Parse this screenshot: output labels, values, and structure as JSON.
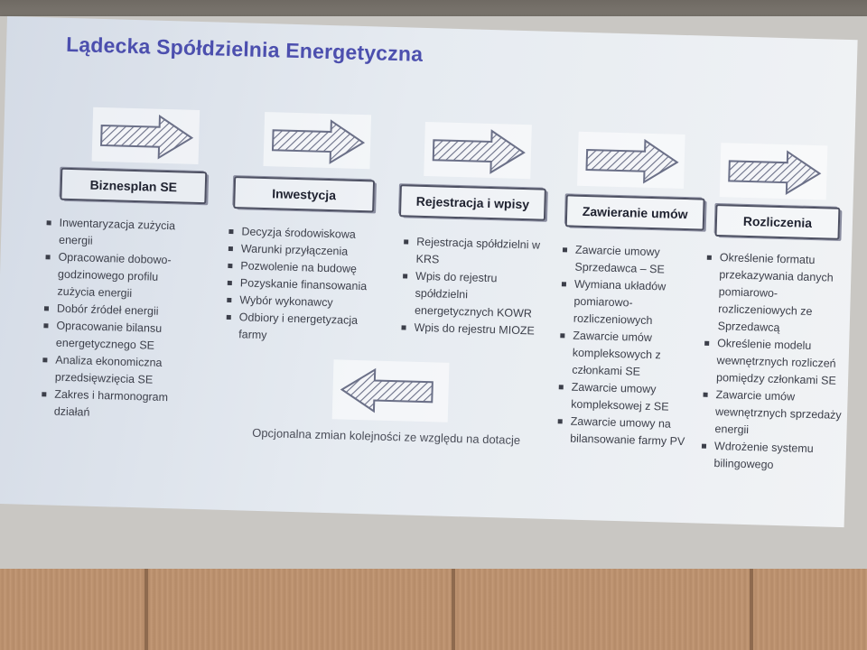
{
  "title": "Lądecka Spółdzielnia Energetyczna",
  "stages": [
    {
      "label": "Biznesplan SE",
      "items": [
        "Inwentaryzacja zużycia energii",
        "Opracowanie dobowo-godzinowego profilu zużycia energii",
        "Dobór źródeł energii",
        "Opracowanie bilansu energetycznego SE",
        "Analiza ekonomiczna przedsięwzięcia SE",
        "Zakres i harmonogram działań"
      ]
    },
    {
      "label": "Inwestycja",
      "items": [
        "Decyzja środowiskowa",
        "Warunki przyłączenia",
        "Pozwolenie na budowę",
        "Pozyskanie finansowania",
        "Wybór wykonawcy",
        "Odbiory i energetyzacja farmy"
      ]
    },
    {
      "label": "Rejestracja i wpisy",
      "items": [
        "Rejestracja spółdzielni w KRS",
        "Wpis do rejestru spółdzielni energetycznych KOWR",
        "Wpis do rejestru MIOZE"
      ]
    },
    {
      "label": "Zawieranie umów",
      "items": [
        "Zawarcie umowy Sprzedawca – SE",
        "Wymiana układów pomiarowo-rozliczeniowych",
        "Zawarcie umów kompleksowych z członkami SE",
        "Zawarcie umowy kompleksowej z SE",
        "Zawarcie umowy na bilansowanie farmy PV"
      ]
    },
    {
      "label": "Rozliczenia",
      "items": [
        "Określenie formatu przekazywania danych pomiarowo-rozliczeniowych ze Sprzedawcą",
        "Określenie modelu wewnętrznych rozliczeń pomiędzy członkami SE",
        "Zawarcie umów wewnętrznych sprzedaży energii",
        "Wdrożenie systemu bilingowego"
      ]
    }
  ],
  "note": "Opcjonalna zmian kolejności ze względu na dotacje",
  "colors": {
    "title": "#4c4fae",
    "arrow_stroke": "#6b7088",
    "box_border": "#4d5062"
  },
  "icons": {
    "stage_arrow": "right-arrow-icon",
    "back_arrow": "left-arrow-icon"
  }
}
